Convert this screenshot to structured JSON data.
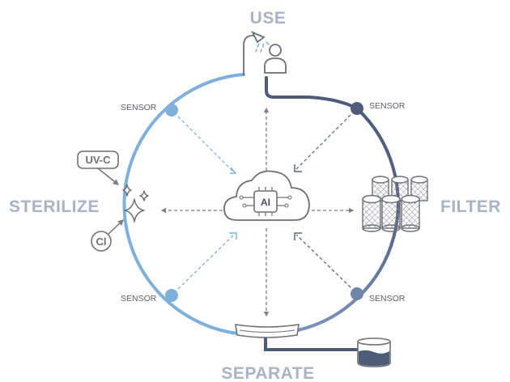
{
  "stages": {
    "use": "USE",
    "filter": "FILTER",
    "separate": "SEPARATE",
    "sterilize": "STERILIZE"
  },
  "sensors": {
    "top_left": "SENSOR",
    "top_right": "SENSOR",
    "bottom_left": "SENSOR",
    "bottom_right": "SENSOR"
  },
  "sterilize_inputs": {
    "uv": "UV-C",
    "chlorine": "Cl"
  },
  "center": {
    "ai": "AI"
  },
  "icons": [
    "shower-icon",
    "person-icon",
    "filter-cartridges-icon",
    "sparkle-icon",
    "ai-cloud-icon",
    "separator-tray-icon",
    "collection-tank-icon"
  ],
  "colors": {
    "light_blue": "#7fb0dc",
    "mid_blue": "#7b93b8",
    "dark_navy": "#4e5c7a",
    "label_gray": "#a9b3c4",
    "line_gray": "#8a8e96"
  }
}
